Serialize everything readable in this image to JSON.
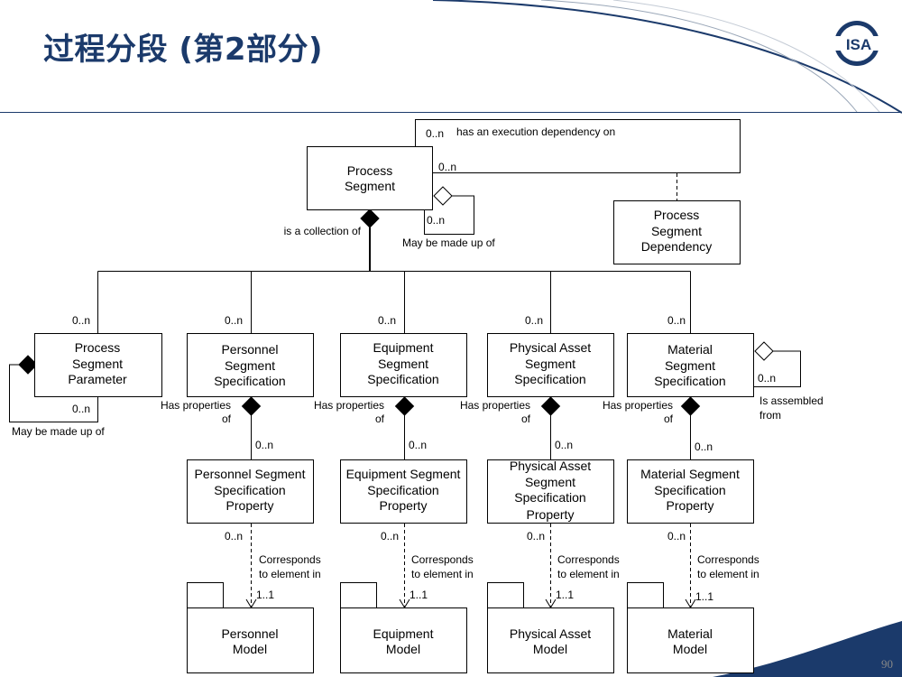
{
  "slide": {
    "title": "过程分段 (第2部分)",
    "page_number": "90",
    "logo_text": "ISA",
    "colors": {
      "title": "#1b3a6b",
      "accent": "#1b3a6b"
    }
  },
  "nodes": {
    "process_segment": [
      "Process",
      "Segment"
    ],
    "process_segment_dependency": [
      "Process",
      "Segment",
      "Dependency"
    ],
    "process_segment_parameter": [
      "Process",
      "Segment",
      "Parameter"
    ],
    "personnel_segment_specification": [
      "Personnel",
      "Segment",
      "Specification"
    ],
    "equipment_segment_specification": [
      "Equipment",
      "Segment",
      "Specification"
    ],
    "physical_asset_segment_specification": [
      "Physical Asset",
      "Segment",
      "Specification"
    ],
    "material_segment_specification": [
      "Material",
      "Segment",
      "Specification"
    ],
    "personnel_property": [
      "Personnel Segment",
      "Specification",
      "Property"
    ],
    "equipment_property": [
      "Equipment Segment",
      "Specification",
      "Property"
    ],
    "physical_asset_property": [
      "Physical Asset",
      "Segment",
      "Specification",
      "Property"
    ],
    "material_property": [
      "Material Segment",
      "Specification",
      "Property"
    ],
    "personnel_model": [
      "Personnel",
      "Model"
    ],
    "equipment_model": [
      "Equipment",
      "Model"
    ],
    "physical_asset_model": [
      "Physical Asset",
      "Model"
    ],
    "material_model": [
      "Material",
      "Model"
    ]
  },
  "labels": {
    "execution_dependency": "has an execution dependency on",
    "is_collection_of": "is a collection of",
    "may_be_made_up_of": "May be made up of",
    "has_properties_1": "Has properties",
    "has_properties_2": "of",
    "is_assembled_1": "Is assembled",
    "is_assembled_2": "from",
    "corresponds_1": "Corresponds",
    "corresponds_2": "to element in"
  },
  "multiplicity": {
    "many": "0..n",
    "one": "1..1"
  }
}
